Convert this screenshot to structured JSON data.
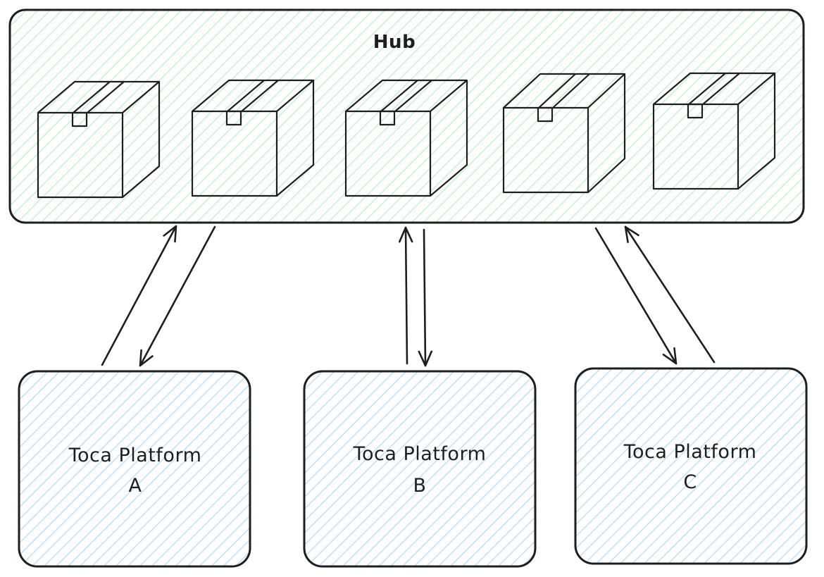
{
  "hub": {
    "title": "Hub",
    "fill_color": "#b2f2bb",
    "box_count": 5
  },
  "platforms": [
    {
      "line1": "Toca Platform",
      "line2": "A"
    },
    {
      "line1": "Toca Platform",
      "line2": "B"
    },
    {
      "line1": "Toca Platform",
      "line2": "C"
    }
  ],
  "platform_fill_color": "#a5d8ff",
  "stroke_color": "#1e1e1e",
  "connections": [
    {
      "from": "Toca Platform A",
      "to": "Hub",
      "direction": "bidirectional"
    },
    {
      "from": "Toca Platform B",
      "to": "Hub",
      "direction": "bidirectional"
    },
    {
      "from": "Toca Platform C",
      "to": "Hub",
      "direction": "bidirectional"
    }
  ]
}
